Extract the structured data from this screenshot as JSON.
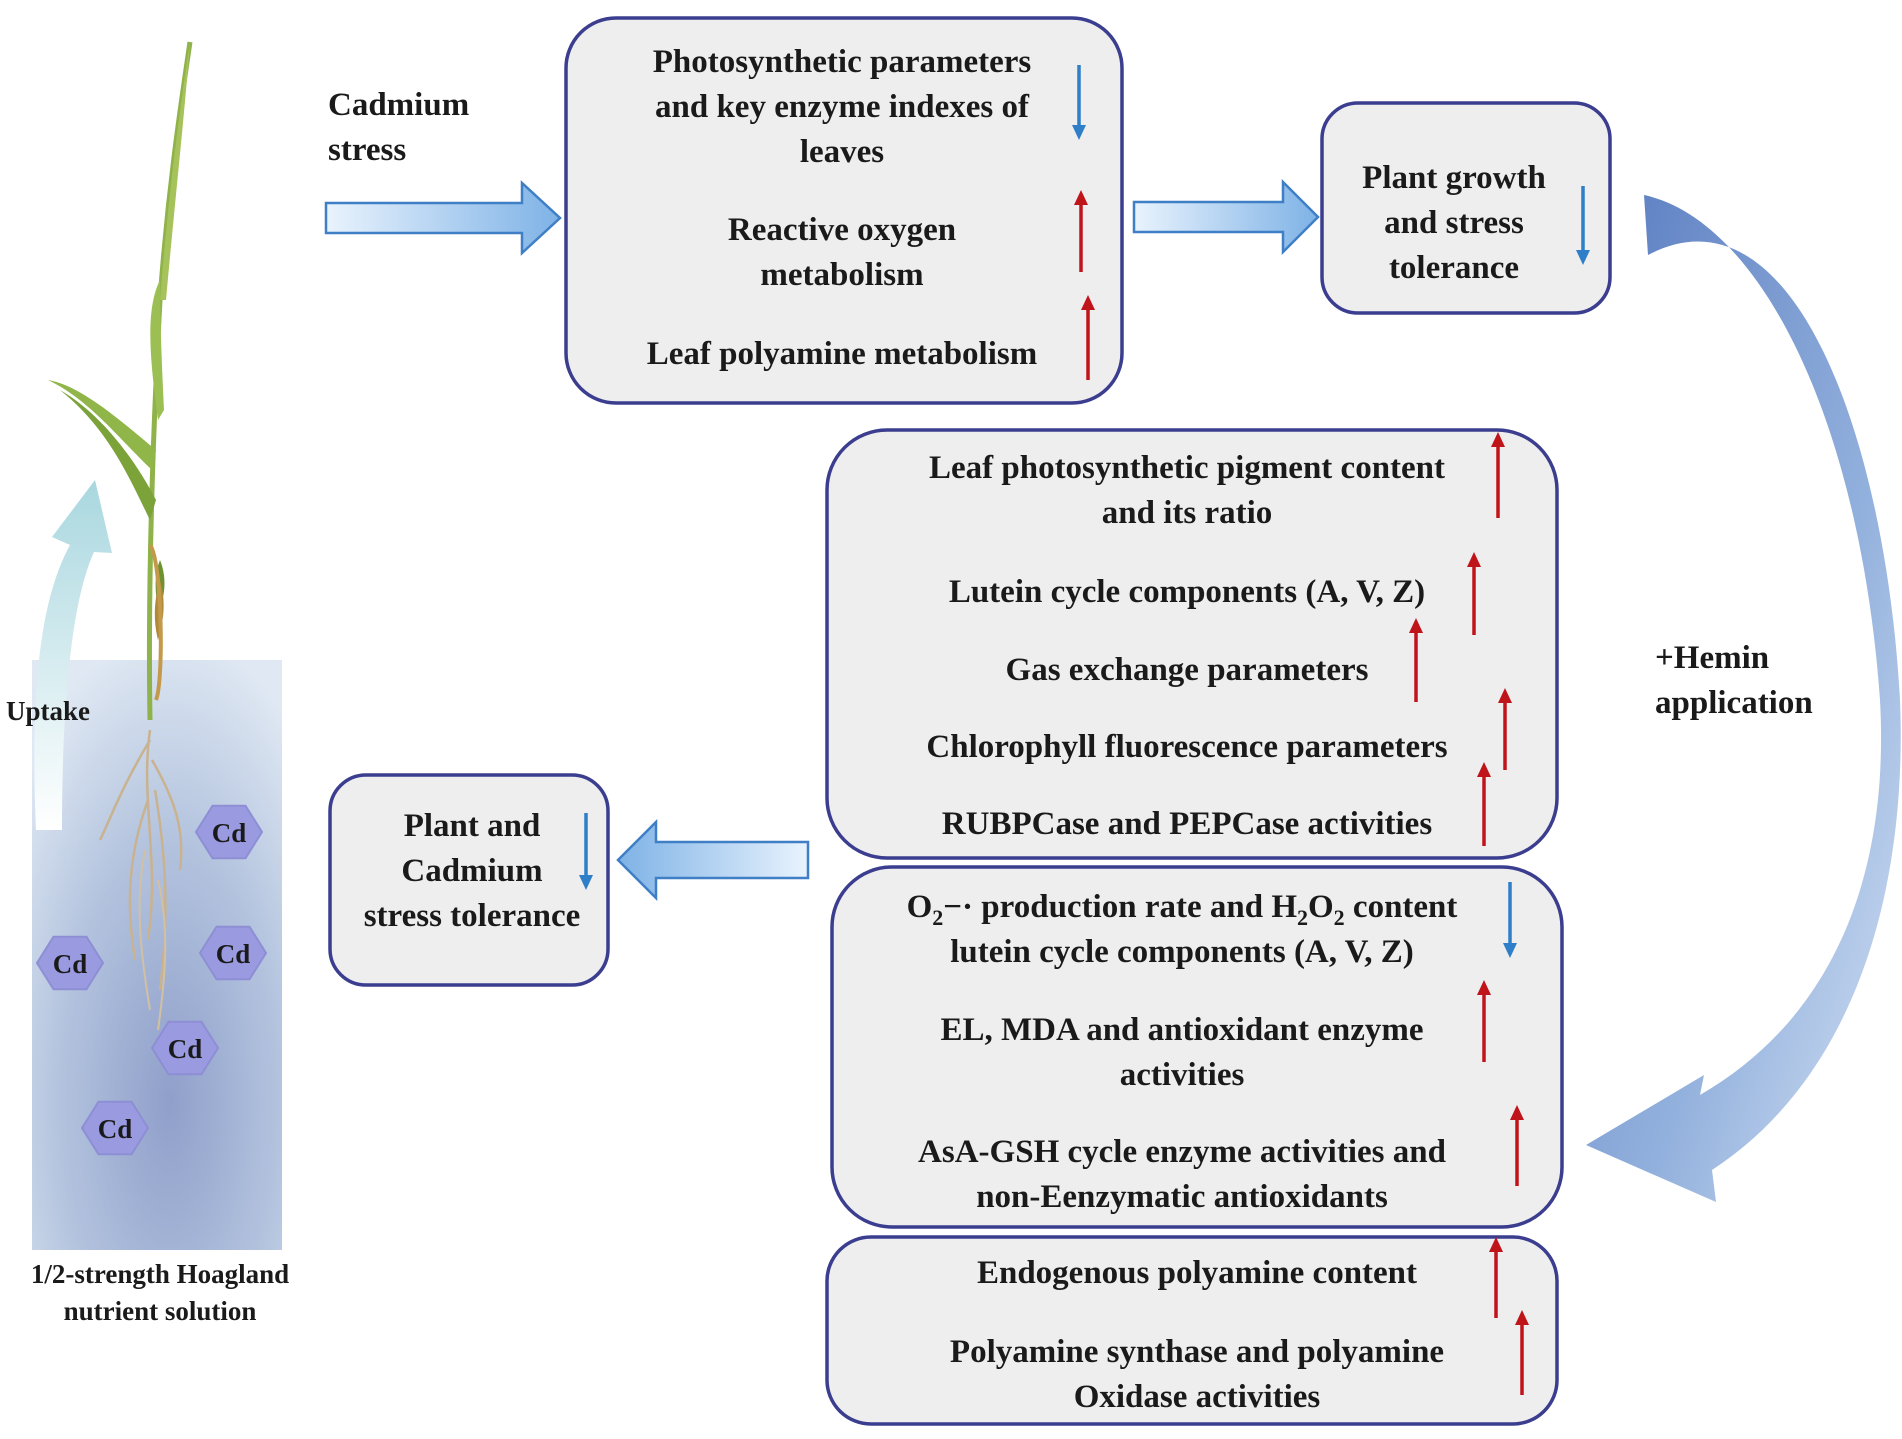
{
  "inputs": {
    "cadmium_stress": [
      "Cadmium",
      "stress"
    ],
    "uptake": "Uptake",
    "solution": [
      "1/2-strength Hoagland",
      "nutrient solution"
    ],
    "cd_label": "Cd",
    "hemin": [
      "+Hemin",
      "application"
    ]
  },
  "stress_effects": {
    "photosynthetic": [
      "Photosynthetic parameters",
      "and key enzyme indexes of",
      "leaves"
    ],
    "ros": [
      "Reactive oxygen",
      "metabolism"
    ],
    "polyamine": "Leaf polyamine metabolism"
  },
  "growth_tolerance": [
    "Plant growth",
    "and stress",
    "tolerance"
  ],
  "hemin_effects": {
    "photosynthesis": {
      "pigment": [
        "Leaf photosynthetic pigment content",
        "and its ratio"
      ],
      "lutein": "Lutein cycle components (A, V, Z)",
      "gas": "Gas exchange parameters",
      "fluorescence": "Chlorophyll fluorescence parameters",
      "rubpcase": "RUBPCase and PEPCase activities"
    },
    "oxidative": {
      "o2_prefix": "O",
      "o2_sub": "2",
      "o2_mid": "−· production rate and H",
      "h2o2_sub1": "2",
      "h2o2_o": "O",
      "h2o2_sub2": "2",
      "h2o2_suffix": " content",
      "lutein": "lutein cycle components (A, V, Z)",
      "el_mda": [
        "EL, MDA and antioxidant enzyme",
        "activities"
      ],
      "asa_gsh": [
        "AsA-GSH cycle enzyme activities and",
        "non-Eenzymatic antioxidants"
      ]
    },
    "polyamine": {
      "endogenous": "Endogenous polyamine content",
      "synthase": [
        "Polyamine synthase and polyamine",
        "Oxidase activities"
      ]
    }
  },
  "final_tolerance": [
    "Plant and",
    "Cadmium",
    "stress tolerance"
  ],
  "colors": {
    "up_arrow": "#c0141b",
    "down_arrow": "#2f7fc8",
    "box_border": "#3b3d8f",
    "box_fill": "#eeeeef",
    "flow_arrow": "#3f7fc6",
    "hexagon": "#9a9ae0"
  },
  "icons": [
    "plant-seedling-icon",
    "cd-hexagon-icon",
    "up-arrow-icon",
    "down-arrow-icon"
  ]
}
